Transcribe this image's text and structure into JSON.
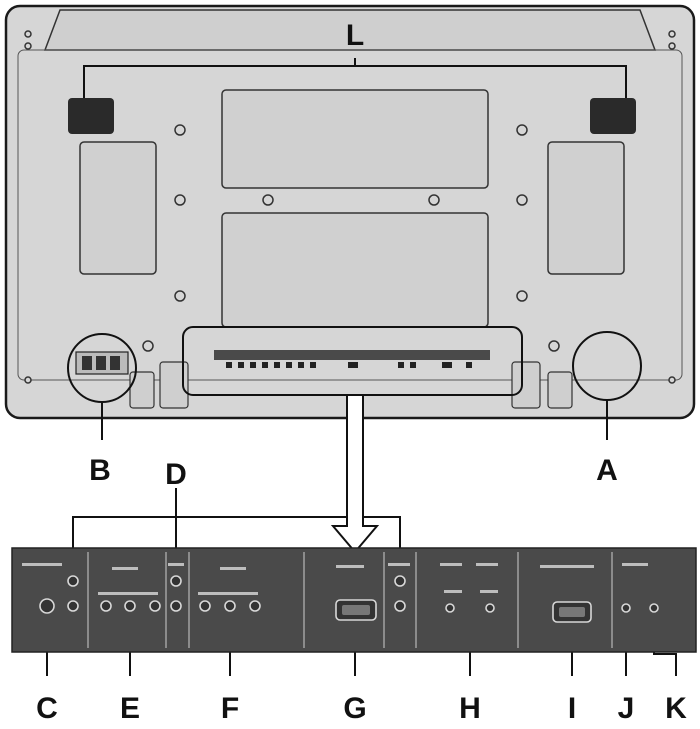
{
  "callouts": {
    "L": "L",
    "A": "A",
    "B": "B",
    "C": "C",
    "D": "D",
    "E": "E",
    "F": "F",
    "G": "G",
    "H": "H",
    "I": "I",
    "J": "J",
    "K": "K"
  },
  "colors": {
    "panel": "#d6d6d6",
    "panel_outline": "#1a1a1a",
    "terminal_strip": "#4a4a4a",
    "speaker": "#2a2a2a",
    "line": "#111111"
  }
}
